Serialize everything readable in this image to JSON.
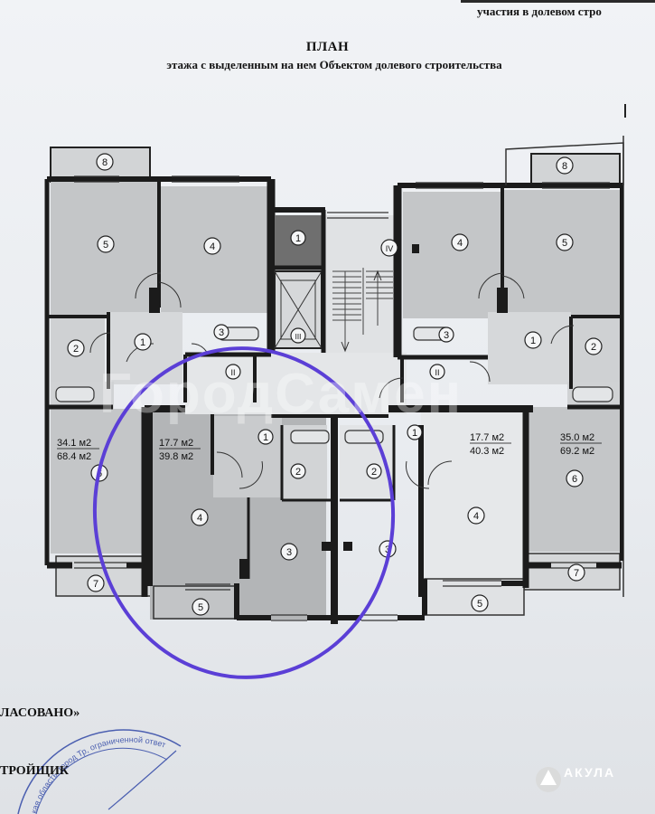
{
  "header": {
    "corner_text": "участия в долевом стро",
    "title": "ПЛАН",
    "subtitle": "этажа с выделенным на нем Объектом долевого строительства"
  },
  "footer": {
    "agreed_text": "ЛАСОВАНО»",
    "developer_text": "ТРОЙЩИК",
    "stamp_text": "кая область, город Тр, ограниченной ответ"
  },
  "watermark": {
    "text": "ГородСамен"
  },
  "logo": {
    "text": "АКУЛА"
  },
  "apartments": [
    {
      "id": "left-end",
      "living_area": "34.1 м2",
      "total_area": "68.4 м2"
    },
    {
      "id": "left-highlighted",
      "living_area": "17.7 м2",
      "total_area": "39.8 м2"
    },
    {
      "id": "right-middle",
      "living_area": "17.7 м2",
      "total_area": "40.3 м2"
    },
    {
      "id": "right-end",
      "living_area": "35.0 м2",
      "total_area": "69.2 м2"
    }
  ],
  "room_numbers": {
    "r1": "1",
    "r2": "2",
    "r3": "3",
    "r4": "4",
    "r5": "5",
    "r6": "6",
    "r7": "7",
    "r8": "8"
  },
  "core_labels": {
    "stair": "IV",
    "elevator": "III",
    "hall": "II"
  },
  "colors": {
    "wall": "#1b1b1b",
    "room_fill": "#c4c6c8",
    "highlight_fill": "#b3b5b7",
    "dark_room": "#6f6f6f",
    "highlight_ring": "#5b3fd6",
    "logo_bg": "#d9d9d9"
  }
}
